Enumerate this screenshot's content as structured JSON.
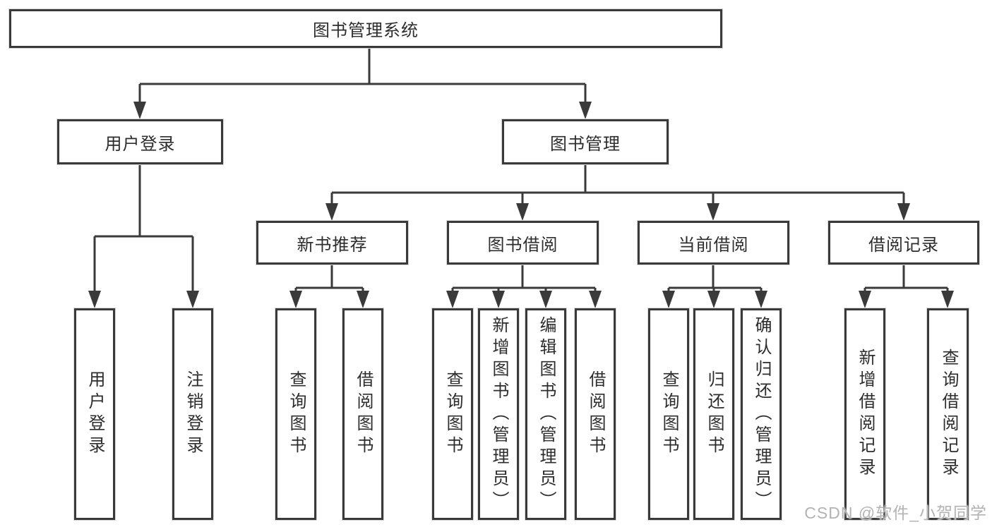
{
  "diagram_type": "hierarchy-tree",
  "colors": {
    "line": "#3a3a3a",
    "text": "#2d2d2d",
    "box_bg": "#ffffff",
    "watermark": "#b3b3b3"
  },
  "watermark": {
    "text": "CSDN @软件_小贺同学"
  },
  "tree": {
    "label": "图书管理系统",
    "children": [
      {
        "label": "用户登录",
        "children": [
          {
            "label": "用户登录"
          },
          {
            "label": "注销登录"
          }
        ]
      },
      {
        "label": "图书管理",
        "children": [
          {
            "label": "新书推荐",
            "children": [
              {
                "label": "查询图书"
              },
              {
                "label": "借阅图书"
              }
            ]
          },
          {
            "label": "图书借阅",
            "children": [
              {
                "label": "查询图书"
              },
              {
                "label": "新增图书（管理员）"
              },
              {
                "label": "编辑图书（管理员）"
              },
              {
                "label": "借阅图书"
              }
            ]
          },
          {
            "label": "当前借阅",
            "children": [
              {
                "label": "查询图书"
              },
              {
                "label": "归还图书"
              },
              {
                "label": "确认归还（管理员）"
              }
            ]
          },
          {
            "label": "借阅记录",
            "children": [
              {
                "label": "新增借阅记录"
              },
              {
                "label": "查询借阅记录"
              }
            ]
          }
        ]
      }
    ]
  }
}
